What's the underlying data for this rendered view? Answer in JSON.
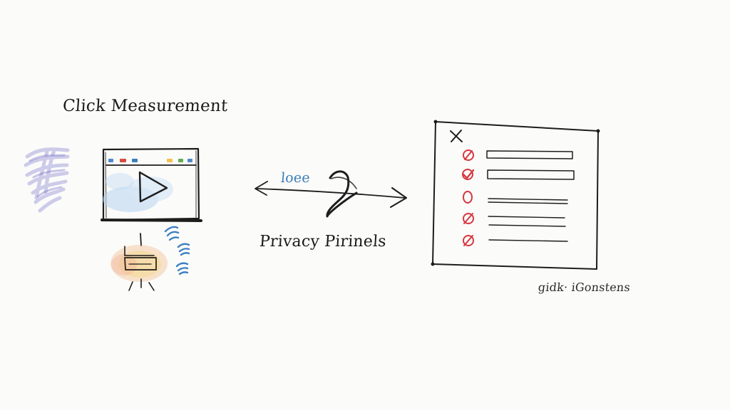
{
  "diagram": {
    "title": "Click Measurement",
    "blue_note": "loee",
    "center_caption": "Privacy  Pirinels",
    "corner_note": "gidk· iGonstens"
  },
  "colors": {
    "ink": "#1d1d1d",
    "blue": "#3b7fb9",
    "red": "#d7373f",
    "lavender": "#8b87d1",
    "light_blue": "#b7d3ee",
    "orange": "#f1b374",
    "yellow": "#f4d36a"
  },
  "icons": [
    "video-window-icon",
    "play-icon",
    "click-device-icon",
    "signal-icon",
    "double-arrow-icon",
    "checklist-panel-icon",
    "close-icon",
    "check-icon",
    "cross-icon"
  ]
}
